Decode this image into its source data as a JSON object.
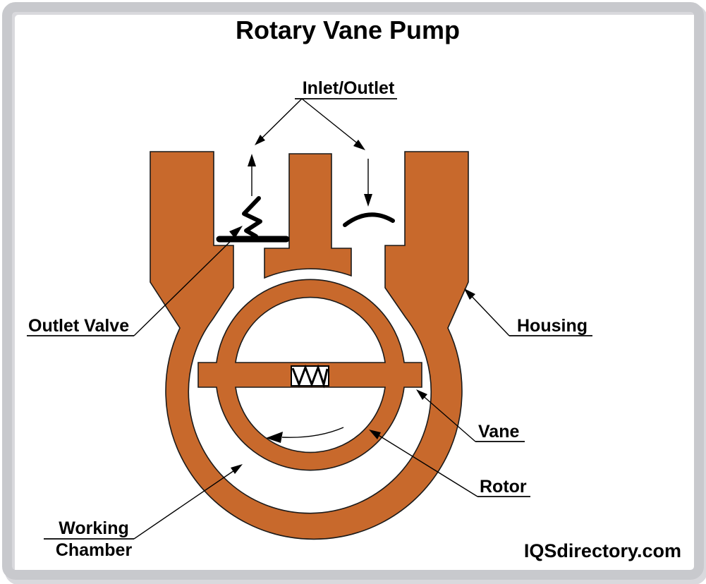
{
  "page": {
    "title": "Rotary Vane Pump",
    "watermark": "IQSdirectory.com"
  },
  "labels": {
    "inlet_outlet": "Inlet/Outlet",
    "outlet_valve": "Outlet Valve",
    "housing": "Housing",
    "vane": "Vane",
    "rotor": "Rotor",
    "working_chamber_line1": "Working",
    "working_chamber_line2": "Chamber"
  },
  "colors": {
    "housing_orange": "#C8692C",
    "outline_black": "#1a1a1a",
    "frame_gray": "#C8C9CD",
    "frame_shadow_gray": "#D9D9DD",
    "background": "#FFFFFF",
    "spring_box_white": "#FFFFFF"
  }
}
